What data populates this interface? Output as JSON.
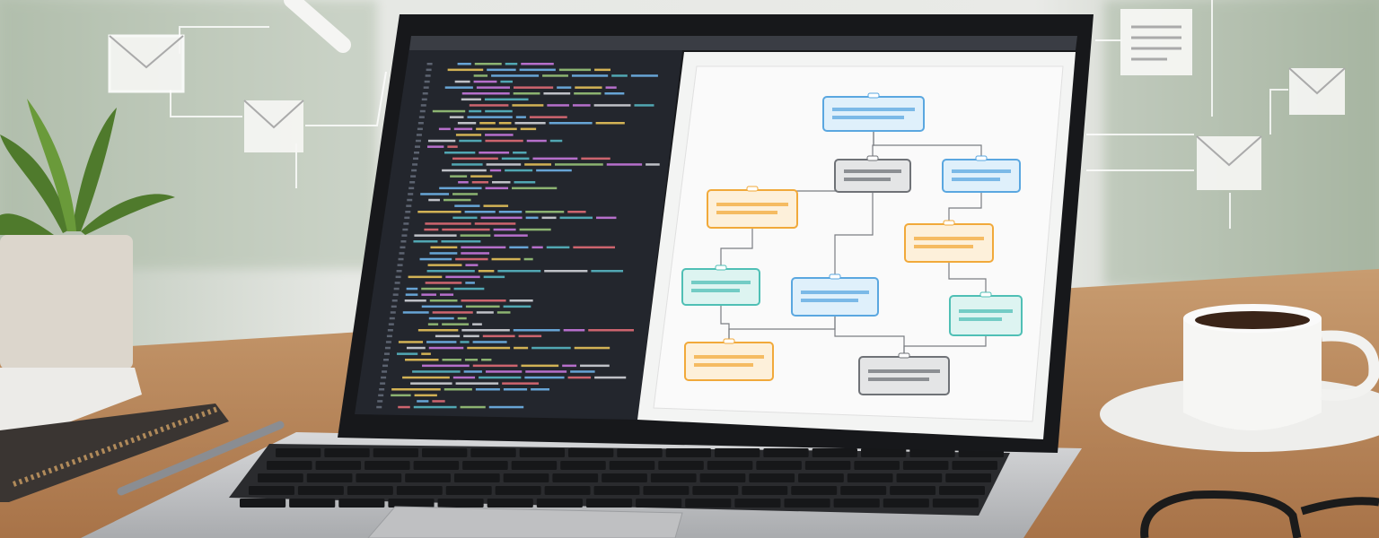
{
  "scene": {
    "colors": {
      "wall_light": "#e4e6e2",
      "window_green": "#a9b7a0",
      "desk_wood": "#b98a5e",
      "laptop_bezel": "#1c1d20",
      "laptop_body": "#c9cacc",
      "code_bg": "#23262d",
      "diagram_bg": "#f4f5f4",
      "node_blue": "#5aa7e0",
      "node_orange": "#f1a93a",
      "node_teal": "#4fbfb5",
      "node_gray": "#6f7277"
    },
    "code_line_colors": [
      "#e6c25a",
      "#6fb3e8",
      "#c678dd",
      "#98c379",
      "#e06c75",
      "#d0d3d8",
      "#56b6c2"
    ],
    "diagram_nodes": [
      {
        "kind": "blue"
      },
      {
        "kind": "gray"
      },
      {
        "kind": "blue"
      },
      {
        "kind": "orange"
      },
      {
        "kind": "orange"
      },
      {
        "kind": "teal"
      },
      {
        "kind": "blue"
      },
      {
        "kind": "teal"
      },
      {
        "kind": "orange"
      },
      {
        "kind": "gray"
      }
    ],
    "floating_icons": [
      "envelope-icon",
      "envelope-icon",
      "document-icon",
      "envelope-icon",
      "envelope-icon",
      "magnifier-icon"
    ]
  }
}
